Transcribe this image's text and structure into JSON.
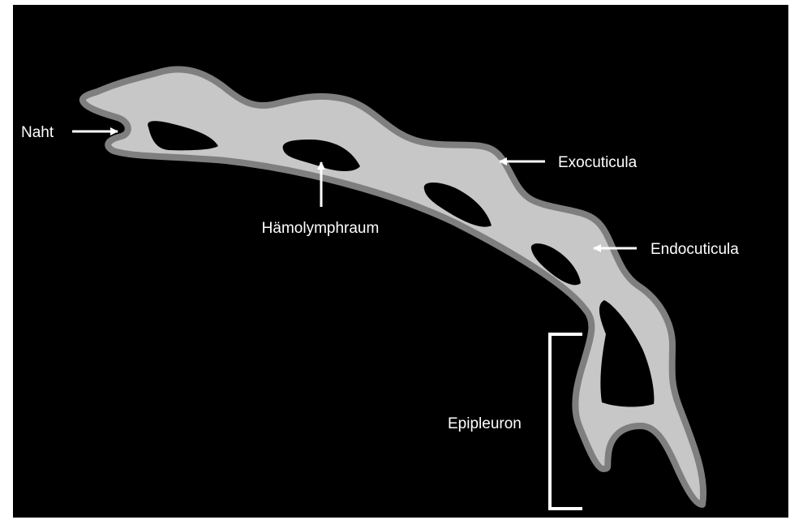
{
  "labels": {
    "naht": "Naht",
    "haemolymphraum": "Hämolymphraum",
    "exocuticula": "Exocuticula",
    "endocuticula": "Endocuticula",
    "epipleuron": "Epipleuron"
  },
  "colors": {
    "background": "#000000",
    "exocuticula": "#7f7f7f",
    "endocuticula": "#c7c7c7",
    "cavity": "#000000",
    "annotation": "#ffffff"
  }
}
